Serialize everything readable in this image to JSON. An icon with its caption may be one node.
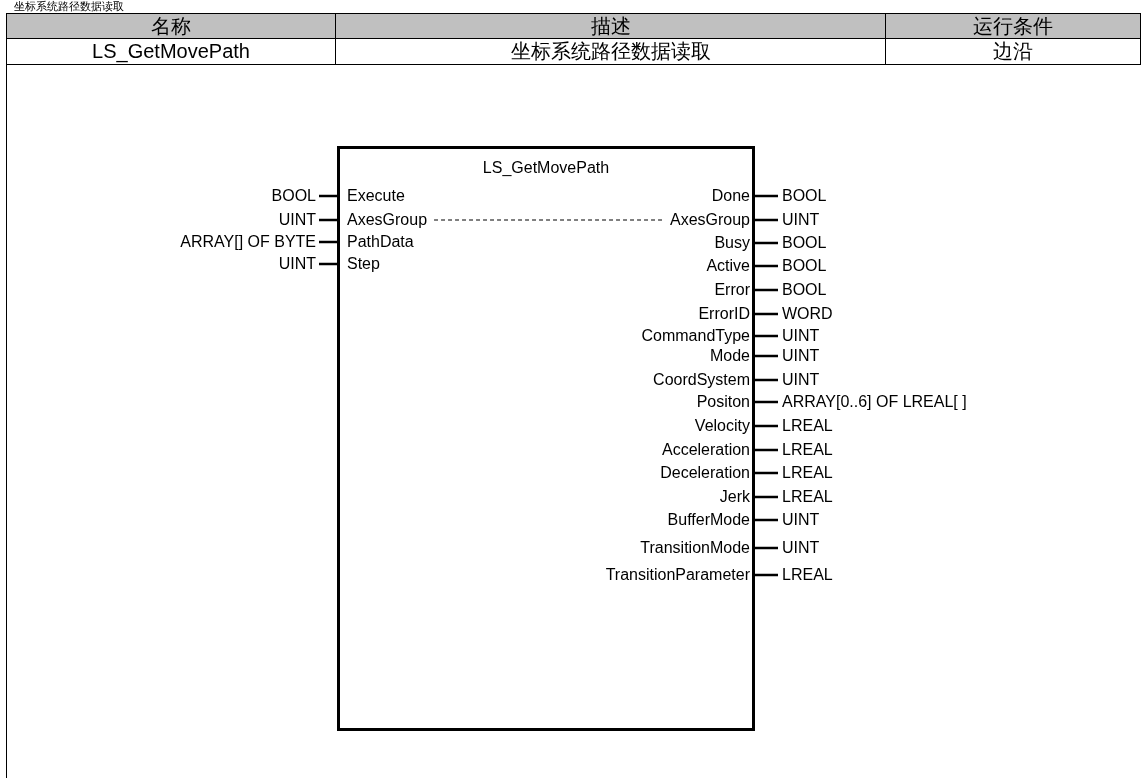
{
  "diagram": {
    "nodes": [
      {
        "text": [
          "LS_GetMovePath"
        ]
      },
      {
        "text": [
          "Execute"
        ],
        "in": 0
      },
      {
        "text": [
          "AxesGroup"
        ],
        "in": 0
      },
      {
        "text": [
          "PathData"
        ],
        "in": 0
      },
      {
        "text": [
          "Step"
        ],
        "in": 0
      },
      {
        "text": [
          "Done"
        ],
        "in": 0
      },
      {
        "text": [
          "AxesGroup"
        ],
        "in": 0
      },
      {
        "text": [
          "Busy"
        ],
        "in": 0
      },
      {
        "text": [
          "Active"
        ],
        "in": 0
      },
      {
        "text": [
          "Error"
        ],
        "in": 0
      },
      {
        "text": [
          "ErrorID"
        ],
        "in": 0
      },
      {
        "text": [
          "CommandType"
        ],
        "in": 0
      },
      {
        "text": [
          "Mode"
        ],
        "in": 0
      },
      {
        "text": [
          "CoordSystem"
        ],
        "in": 0
      },
      {
        "text": [
          "Positon"
        ],
        "in": 0
      },
      {
        "text": [
          "Velocity"
        ],
        "in": 0
      },
      {
        "text": [
          "Acceleration"
        ],
        "in": 0
      },
      {
        "text": [
          "Deceleration"
        ],
        "in": 0
      },
      {
        "text": [
          "Jerk"
        ],
        "in": 0
      },
      {
        "text": [
          "BufferMode"
        ],
        "in": 0
      },
      {
        "text": [
          "TransitionMode"
        ],
        "in": 0
      },
      {
        "text": [
          "TransitionParameter"
        ],
        "in": 0
      },
      {
        "text": [
          "BOOL"
        ]
      },
      {
        "text": [
          "UINT"
        ]
      },
      {
        "text": [
          "ARRAY[] OF BYTE"
        ]
      },
      {
        "text": [
          "UINT"
        ]
      },
      {
        "text": [
          "BOOL"
        ]
      },
      {
        "text": [
          "UINT"
        ]
      },
      {
        "text": [
          "BOOL"
        ]
      },
      {
        "text": [
          "BOOL"
        ]
      },
      {
        "text": [
          "BOOL"
        ]
      },
      {
        "text": [
          "WORD"
        ]
      },
      {
        "text": [
          "UINT"
        ]
      },
      {
        "text": [
          "UINT"
        ]
      },
      {
        "text": [
          "UINT"
        ]
      },
      {
        "text": [
          "ARRAY[0..6] OF LREAL[ ]"
        ]
      },
      {
        "text": [
          "LREAL"
        ]
      },
      {
        "text": [
          "LREAL"
        ]
      },
      {
        "text": [
          "LREAL"
        ]
      },
      {
        "text": [
          "LREAL"
        ]
      },
      {
        "text": [
          "UINT"
        ]
      },
      {
        "text": [
          "UINT"
        ]
      },
      {
        "text": [
          "LREAL"
        ]
      }
    ],
    "edges": [
      {
        "from": 22,
        "to": 1,
        "arrow": "none"
      },
      {
        "from": 23,
        "to": 2,
        "arrow": "none"
      },
      {
        "from": 24,
        "to": 3,
        "arrow": "none"
      },
      {
        "from": 25,
        "to": 4,
        "arrow": "none"
      },
      {
        "from": 5,
        "to": 26,
        "arrow": "none"
      },
      {
        "from": 6,
        "to": 27,
        "arrow": "none"
      },
      {
        "from": 7,
        "to": 28,
        "arrow": "none"
      },
      {
        "from": 8,
        "to": 29,
        "arrow": "none"
      },
      {
        "from": 9,
        "to": 30,
        "arrow": "none"
      },
      {
        "from": 10,
        "to": 31,
        "arrow": "none"
      },
      {
        "from": 11,
        "to": 32,
        "arrow": "none"
      },
      {
        "from": 12,
        "to": 33,
        "arrow": "none"
      },
      {
        "from": 13,
        "to": 34,
        "arrow": "none"
      },
      {
        "from": 14,
        "to": 35,
        "arrow": "none"
      },
      {
        "from": 15,
        "to": 36,
        "arrow": "none"
      },
      {
        "from": 16,
        "to": 37,
        "arrow": "none"
      },
      {
        "from": 17,
        "to": 38,
        "arrow": "none"
      },
      {
        "from": 18,
        "to": 39,
        "arrow": "none"
      },
      {
        "from": 19,
        "to": 40,
        "arrow": "none"
      },
      {
        "from": 20,
        "to": 41,
        "arrow": "none"
      },
      {
        "from": 21,
        "to": 42,
        "arrow": "none"
      },
      {
        "from": 2,
        "to": 6,
        "arrow": "none",
        "style": "dashed"
      }
    ],
    "labels": [
      "坐标系统路径数据读取",
      "名称",
      "描述",
      "运行条件",
      "LS_GetMovePath",
      "坐标系统路径数据读取",
      "边沿"
    ]
  }
}
